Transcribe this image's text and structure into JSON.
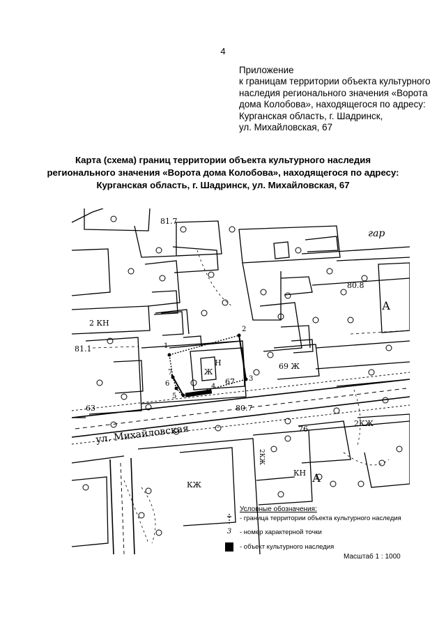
{
  "page_number": "4",
  "annex": {
    "lines": [
      "Приложение",
      "к границам территории объекта культурного",
      "наследия регионального значения «Ворота",
      "дома Колобова», находящегося по адресу:",
      "Курганская область, г. Шадринск,",
      "ул. Михайловская, 67"
    ]
  },
  "title": {
    "lines": [
      "Карта (схема) границ территории объекта культурного наследия",
      "регионального значения «Ворота дома Колобова», находящегося по адресу:",
      "Курганская область, г. Шадринск, ул. Михайловская, 67"
    ]
  },
  "map": {
    "labels": {
      "street": "ул. Михайловская",
      "gar": "гар",
      "elev_81_7": "81.7",
      "elev_80_8": "80.8",
      "elev_81_1": "81.1",
      "elev_80_7": "80.7",
      "kn_2": "2 КН",
      "n_63": "63",
      "n_67": "67",
      "n_69": "69 Ж",
      "n_76": "76",
      "kzh_2": "2КЖ",
      "kzh": "КЖ",
      "kn": "КН",
      "h": "Н",
      "a": "А",
      "zh": "Ж",
      "kzh_small": "2КЖ"
    },
    "points": [
      "1",
      "2",
      "3",
      "4",
      "5",
      "6",
      "7"
    ]
  },
  "legend": {
    "header": "Условные обозначения:",
    "items": [
      {
        "symbol": "boundary-line",
        "text": "- граница территории объекта культурного наследия"
      },
      {
        "symbol": "point-number",
        "sym_text": "3",
        "text": "- номер характерной точки"
      },
      {
        "symbol": "heritage-object",
        "text": "- объект   культурного наследия"
      }
    ]
  },
  "scale": "Масштаб 1 : 1000"
}
